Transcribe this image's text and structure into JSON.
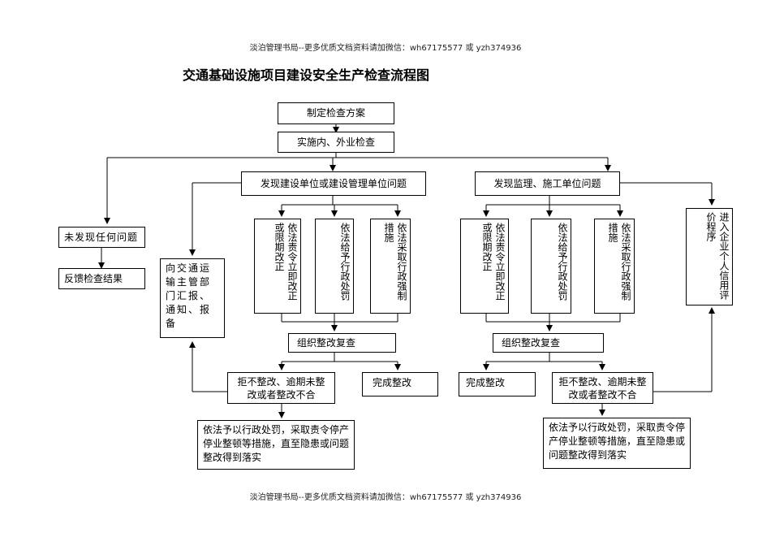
{
  "header": "淡泊管理书局--更多优质文档资料请加微信：wh67175577 或 yzh374936",
  "footer": "淡泊管理书局--更多优质文档资料请加微信：wh67175577 或 yzh374936",
  "title": "交通基础设施项目建设安全生产检查流程图",
  "nodes": {
    "plan": "制定检查方案",
    "implement": "实施内、外业检查",
    "no_problem": "未发现任何问题",
    "feedback": "反馈检查结果",
    "report": "向交通运输主管部门汇报、通知、报备",
    "owner_problem": "发现建设单位或建设管理单位问题",
    "contractor_problem": "发现监理、施工单位问题",
    "l_rect": "依法责令立即改正或限期改正",
    "l_penalty": "依法给予行政处罚",
    "l_force": "依法采取行政强制措施",
    "r_rect": "依法责令立即改正或限期改正",
    "r_penalty": "依法给予行政处罚",
    "r_force": "依法采取行政强制措施",
    "credit": "进入企业个人信用评价程序",
    "l_review": "组织整改复查",
    "r_review": "组织整改复查",
    "l_refuse": "拒不整改、逾期未整改或者整改不合",
    "l_done": "完成整改",
    "r_done": "完成整改",
    "r_refuse": "拒不整改、逾期未整改或者整改不合",
    "l_measure": "依法予以行政处罚，采取责令停产停业整顿等措施，直至隐患或问题整改得到落实",
    "r_measure": "依法予以行政处罚，采取责令停产停业整顿等措施，直至隐患或问题整改得到落实"
  }
}
